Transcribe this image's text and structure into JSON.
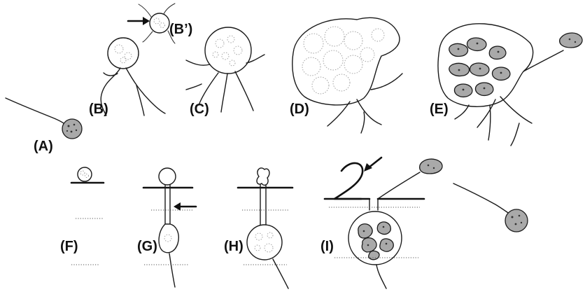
{
  "labels": {
    "A": "(A)",
    "B": "(B)",
    "B_prime": "(B’)",
    "C": "(C)",
    "D": "(D)",
    "E": "(E)",
    "F": "(F)",
    "G": "(G)",
    "H": "(H)",
    "I": "(I)"
  },
  "colors": {
    "ink": "#1a1a1a",
    "zoospore_fill": "#a9a9a9",
    "background": "#ffffff"
  },
  "icons": {
    "pointer_arrows": "arrow-icon"
  }
}
